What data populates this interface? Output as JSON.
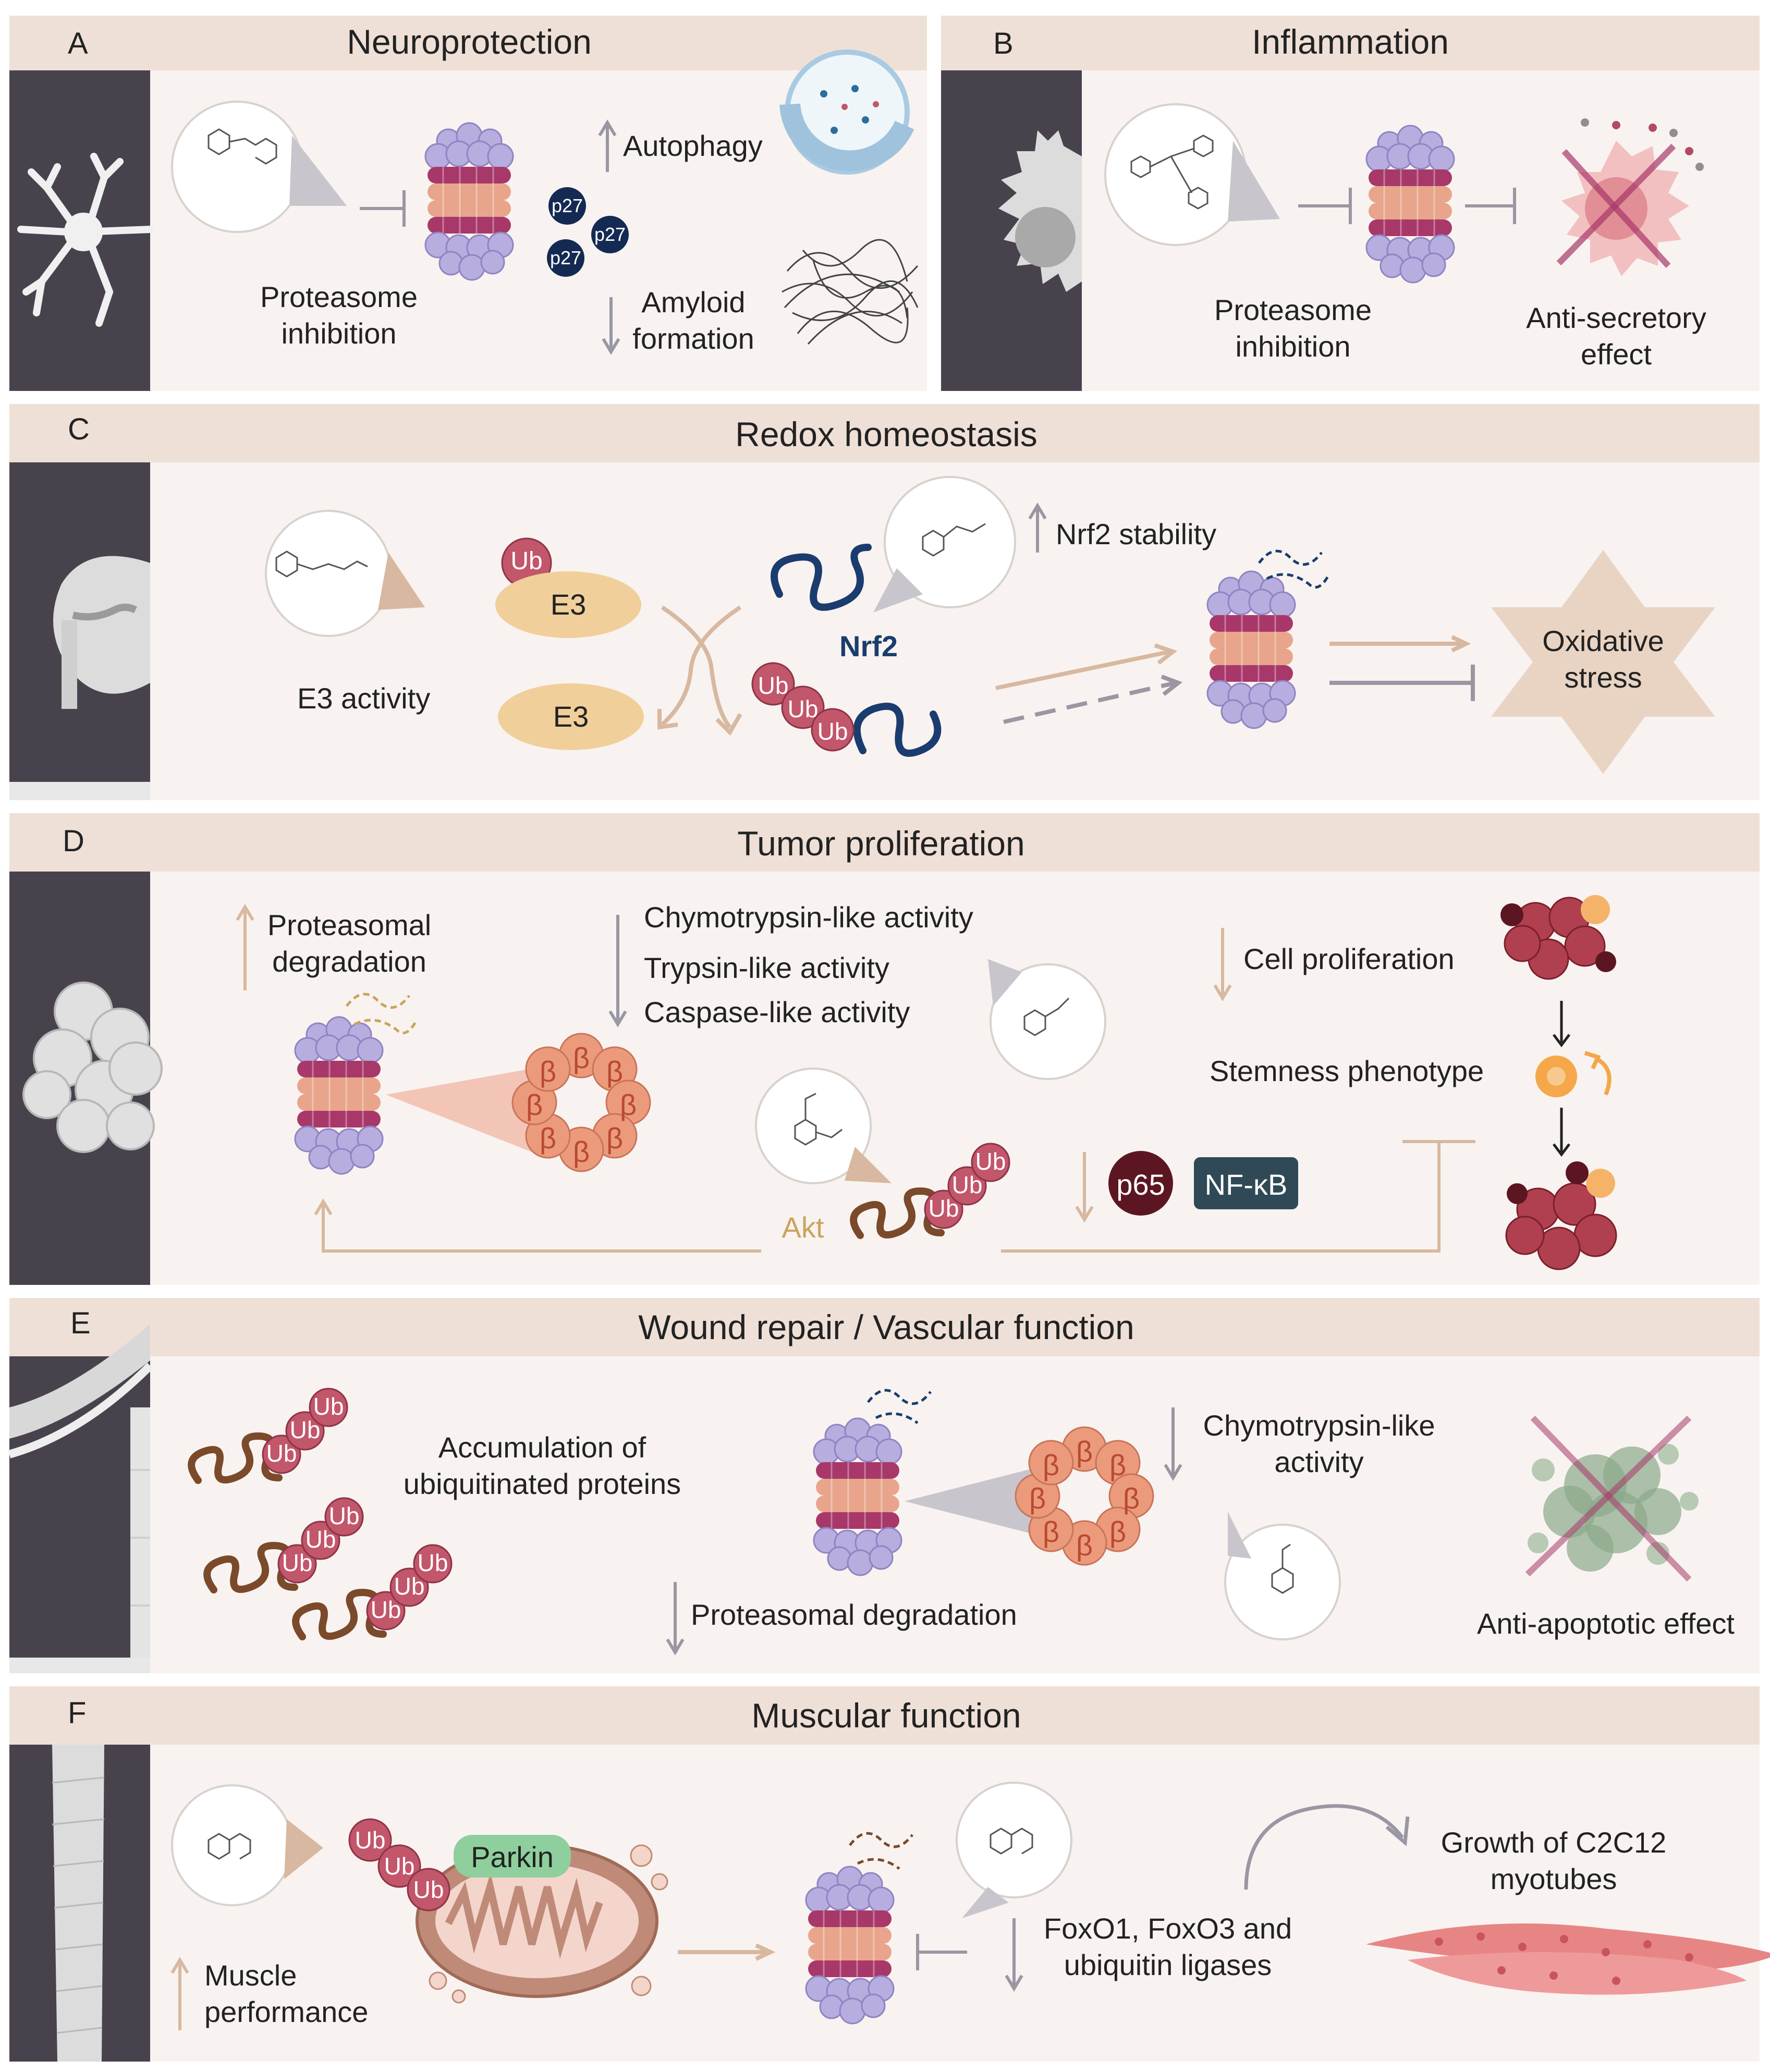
{
  "panels": {
    "a": {
      "letter": "A",
      "title": "Neuroprotection",
      "proteasome_label": "Proteasome\ninhibition",
      "autophagy": "Autophagy",
      "amyloid": "Amyloid\nformation",
      "p27": "p27"
    },
    "b": {
      "letter": "B",
      "title": "Inflammation",
      "proteasome_label": "Proteasome\ninhibition",
      "effect": "Anti-secretory\neffect"
    },
    "c": {
      "letter": "C",
      "title": "Redox homeostasis",
      "ub": "Ub",
      "e3": "E3",
      "e3_activity": "E3 activity",
      "nrf2": "Nrf2",
      "nrf2_stability": "Nrf2 stability",
      "oxidative": "Oxidative\nstress"
    },
    "d": {
      "letter": "D",
      "title": "Tumor proliferation",
      "proteasomal_degradation": "Proteasomal\ndegradation",
      "chymo": "Chymotrypsin-like  activity",
      "trypsin": "Trypsin-like  activity",
      "caspase": "Caspase-like activity",
      "cell_prolif": "Cell proliferation",
      "stemness": "Stemness phenotype",
      "akt": "Akt",
      "p65": "p65",
      "nfkb": "NF-κB",
      "beta": "β",
      "ub": "Ub"
    },
    "e": {
      "letter": "E",
      "title": "Wound repair / Vascular function",
      "accumulation": "Accumulation of\nubiquitinated  proteins",
      "degradation": "Proteasomal degradation",
      "chymo": "Chymotrypsin-like\nactivity",
      "antiapoptotic": "Anti-apoptotic  effect",
      "beta": "β",
      "ub": "Ub"
    },
    "f": {
      "letter": "F",
      "title": "Muscular function",
      "parkin": "Parkin",
      "muscle": "Muscle\nperformance",
      "foxo": "FoxO1, FoxO3 and\nubiquitin  ligases",
      "growth": "Growth of C2C12\nmyotubes",
      "ub": "Ub"
    }
  },
  "colors": {
    "panel_bg": "#f8f3f0",
    "header_bg": "#efe0d7",
    "side_bg": "#48424d",
    "proteasome_lilac": "#b7addf",
    "proteasome_magenta": "#a8386a",
    "proteasome_salmon": "#e8a58b",
    "ub": "#c2566b",
    "e3": "#f0cf9a",
    "p27": "#142a52",
    "nrf2": "#1b3c6e",
    "p65": "#5c1622",
    "nfkb": "#2f4a56",
    "arrow_tan": "#d8b8a0",
    "inhibit_grey": "#9a97a3",
    "beta_ring": "#ec9a7c"
  },
  "icons": [
    "neuron-icon",
    "macrophage-icon",
    "kidney-icon",
    "tumor-cell-icon",
    "blood-vessel-icon",
    "muscle-fiber-icon",
    "proteasome-icon",
    "molecule-icon",
    "autophagosome-icon",
    "amyloid-fibril-icon",
    "mitochondrion-icon",
    "myotube-icon",
    "apoptotic-cell-icon"
  ]
}
